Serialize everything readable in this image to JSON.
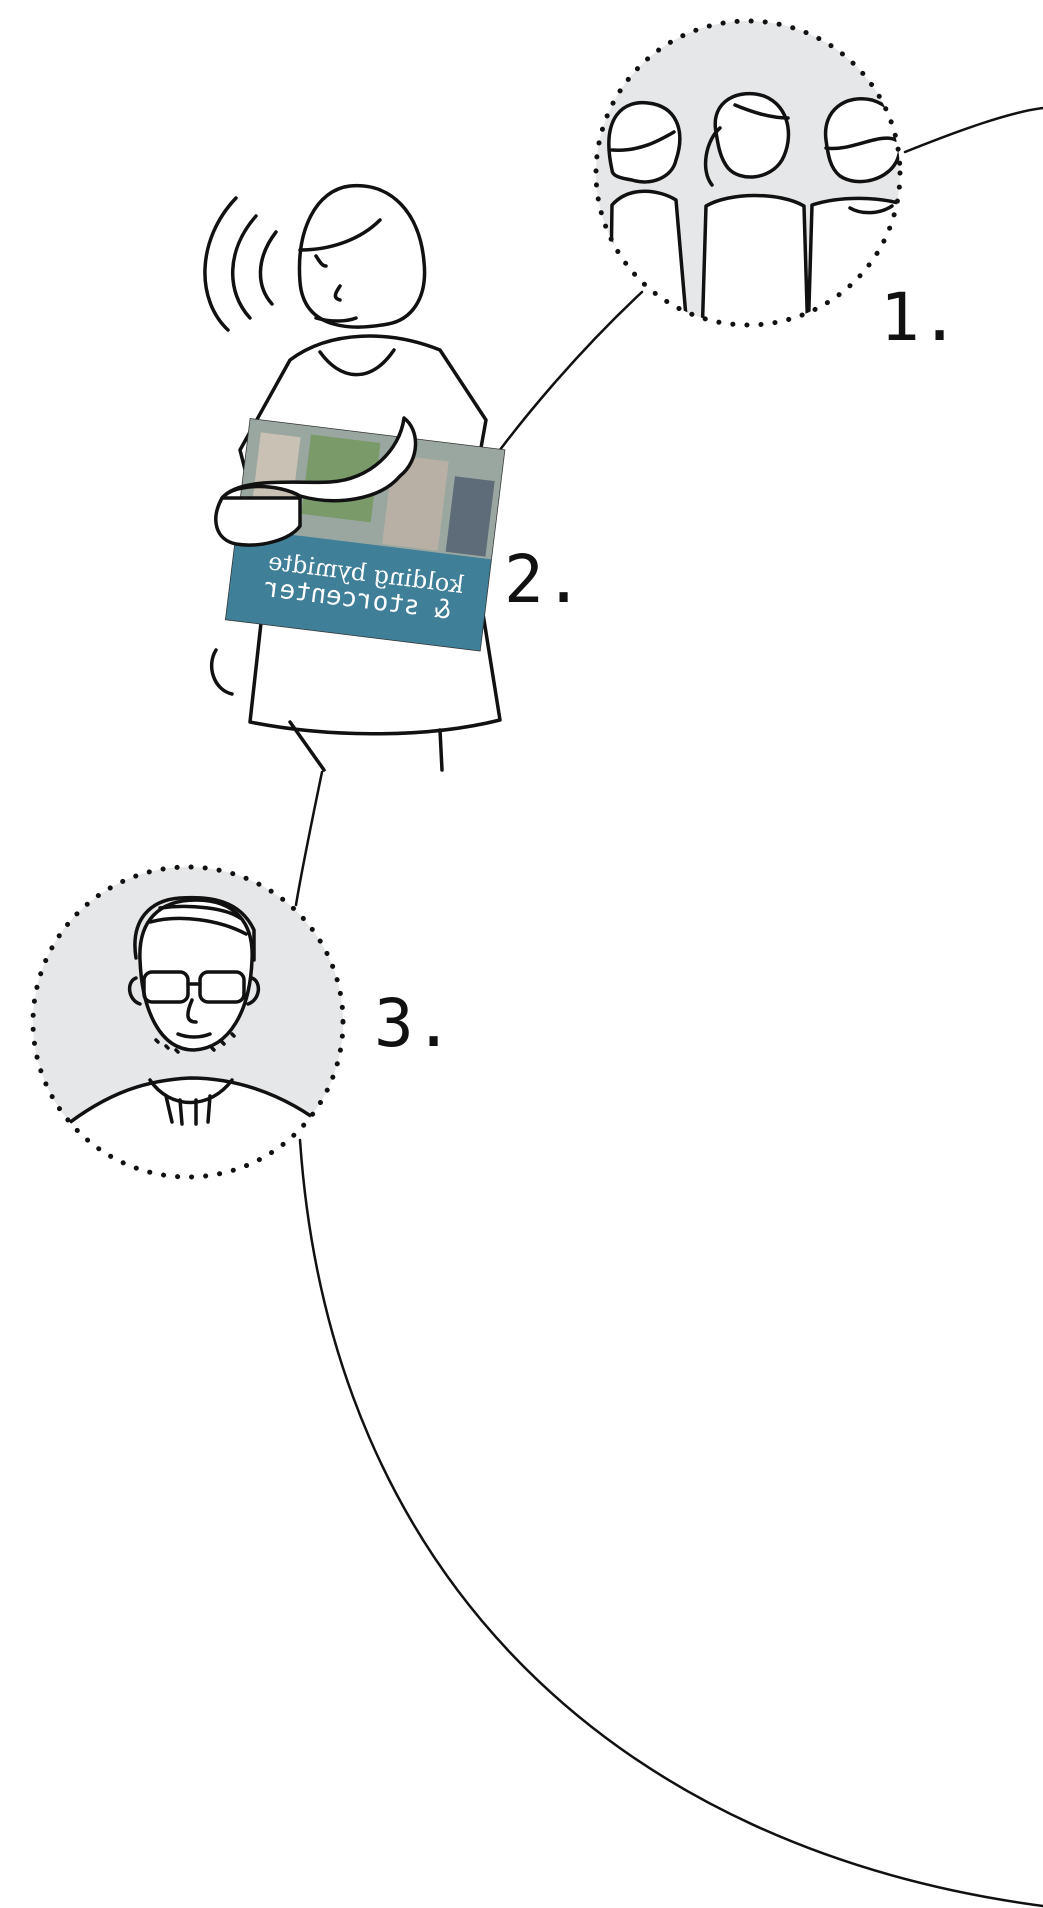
{
  "colors": {
    "line": "#111111",
    "bubble_fill": "#e6e7e8",
    "background": "#ffffff"
  },
  "steps": [
    {
      "label": "1.",
      "icon": "group-of-three-people-icon"
    },
    {
      "label": "2.",
      "icon": "woman-holding-brochure-icon"
    },
    {
      "label": "3.",
      "icon": "man-with-glasses-icon"
    }
  ],
  "brochure": {
    "title_line1": "kolding bymidte",
    "title_line2": "& storcenter"
  }
}
